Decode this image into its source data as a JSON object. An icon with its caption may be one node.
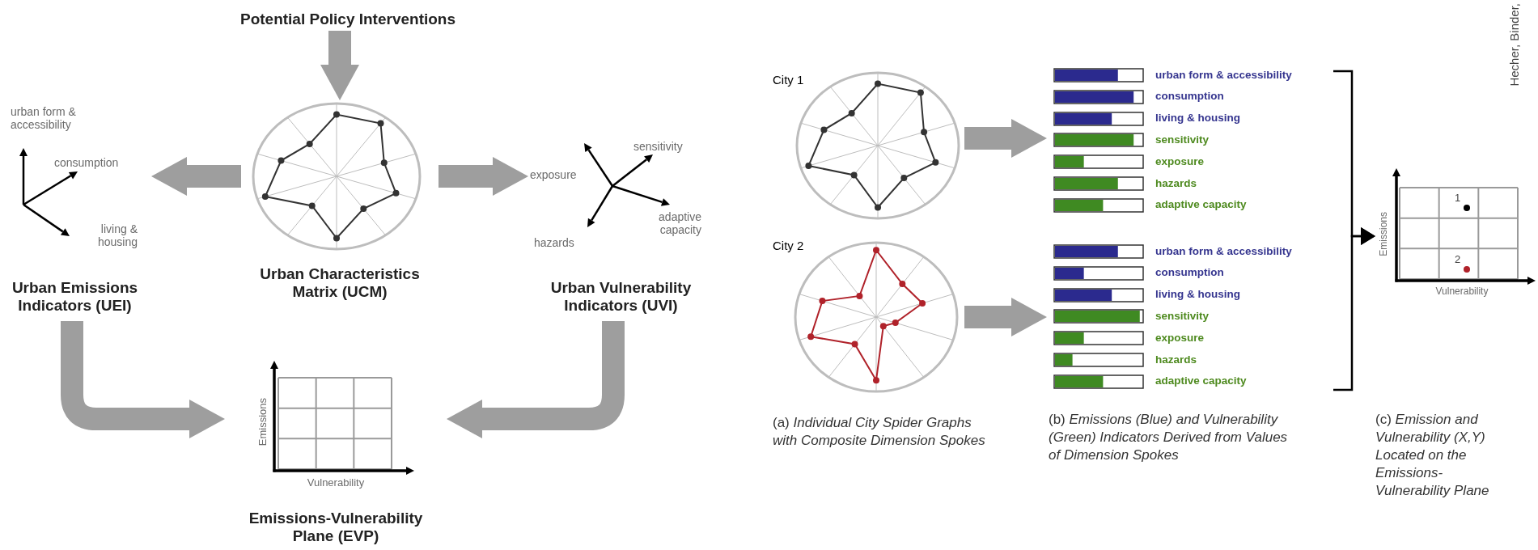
{
  "diagram": {
    "nodes": [
      {
        "text": [
          "Potential Policy Interventions"
        ]
      },
      {
        "text": [
          "Urban Characteristics Matrix (UCM)"
        ]
      },
      {
        "text": [
          "urban form & accessibility",
          "consumption",
          "living & housing",
          "Urban Emissions Indicators (UEI)"
        ]
      },
      {
        "text": [
          "sensitivity",
          "exposure",
          "adaptive capacity",
          "hazards",
          "Urban Vulnerability Indicators (UVI)"
        ]
      },
      {
        "text": [
          "Emissions",
          "Vulnerability",
          "Emissions-Vulnerability Plane (EVP)"
        ]
      },
      {
        "text": [
          "City 1"
        ]
      },
      {
        "text": [
          "City 2"
        ]
      },
      {
        "text": [
          "urban form & accessibility",
          "consumption",
          "living & housing",
          "sensitivity",
          "exposure",
          "hazards",
          "adaptive capacity"
        ]
      },
      {
        "text": [
          "urban form & accessibility",
          "consumption",
          "living & housing",
          "sensitivity",
          "exposure",
          "hazards",
          "adaptive capacity"
        ]
      },
      {
        "text": [
          "1",
          "2",
          "Emissions",
          "Vulnerability"
        ]
      }
    ],
    "edges": [
      {
        "from": 0,
        "to": 1,
        "arrow": "to"
      },
      {
        "from": 1,
        "to": 2,
        "arrow": "to"
      },
      {
        "from": 1,
        "to": 3,
        "arrow": "to"
      },
      {
        "from": 2,
        "to": 4,
        "arrow": "to"
      },
      {
        "from": 3,
        "to": 4,
        "arrow": "to"
      },
      {
        "from": 5,
        "to": 7,
        "arrow": "to"
      },
      {
        "from": 6,
        "to": 8,
        "arrow": "to"
      },
      {
        "from": 7,
        "to": 9,
        "arrow": "to",
        "color": "#000000"
      },
      {
        "from": 8,
        "to": 9,
        "arrow": "to",
        "color": "#000000"
      }
    ],
    "labels": [
      "(a) *Individual City Spider Graphs with Composite Dimension Spokes*",
      "(b) *Emissions (Blue) and Vulnerability (Green) Indicators Derived from Values of Dimension Spokes*",
      "(c) *Emission and Vulnerability (X,Y) Located on the Emissions-Vulnerability Plane*",
      "Hecher, Binder,"
    ]
  }
}
